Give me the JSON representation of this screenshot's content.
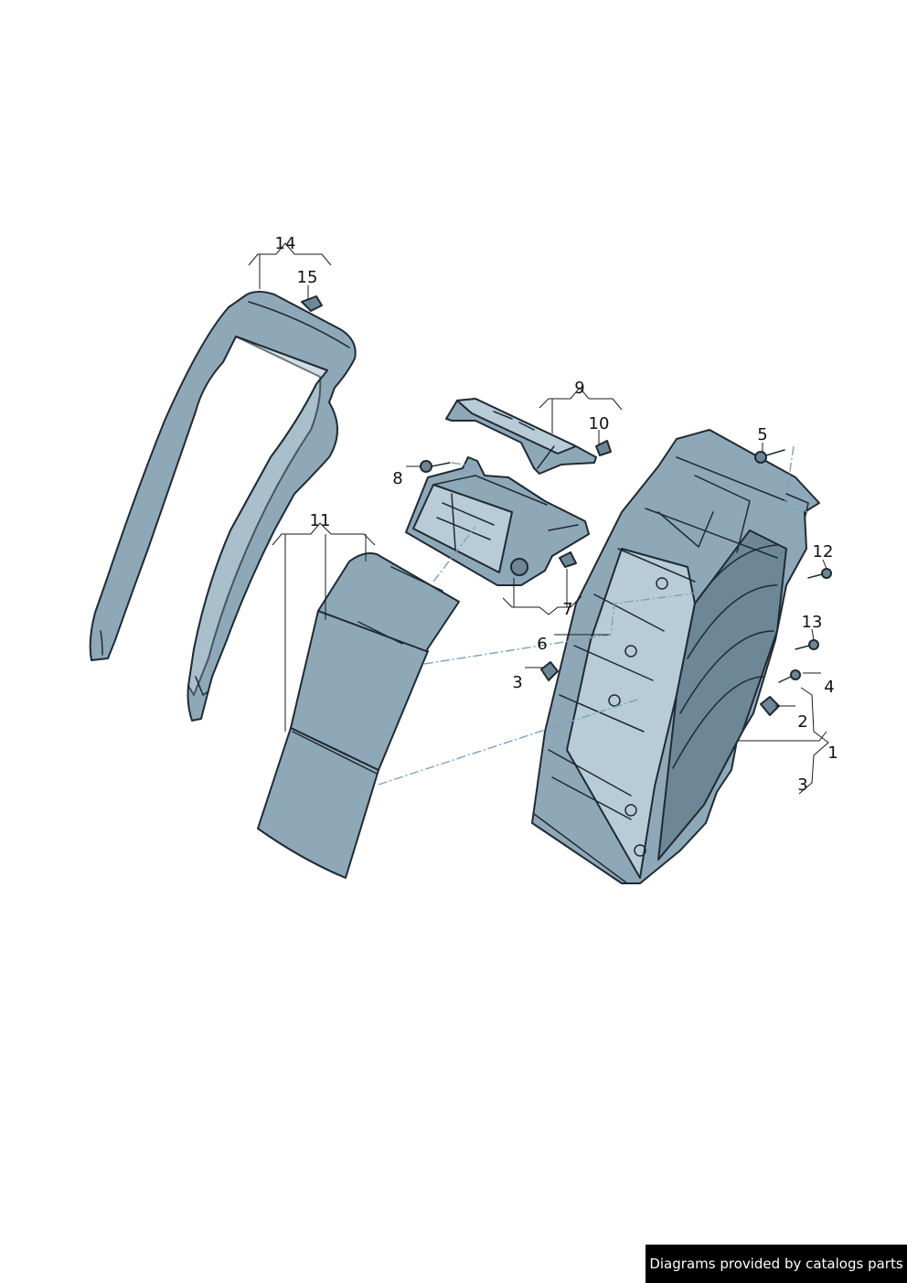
{
  "callouts": {
    "c1": "1",
    "c2": "2",
    "c3a": "3",
    "c3b": "3",
    "c4": "4",
    "c5": "5",
    "c6": "6",
    "c7": "7",
    "c8": "8",
    "c9": "9",
    "c10": "10",
    "c11": "11",
    "c12": "12",
    "c13": "13",
    "c14": "14",
    "c15": "15"
  },
  "footer": {
    "text": "Diagrams provided by catalogs parts"
  },
  "colors": {
    "part_fill": "#8fa8b8",
    "part_outline": "#1f2a33",
    "dash_line": "#7da0bf",
    "footer_bg": "#000000"
  }
}
